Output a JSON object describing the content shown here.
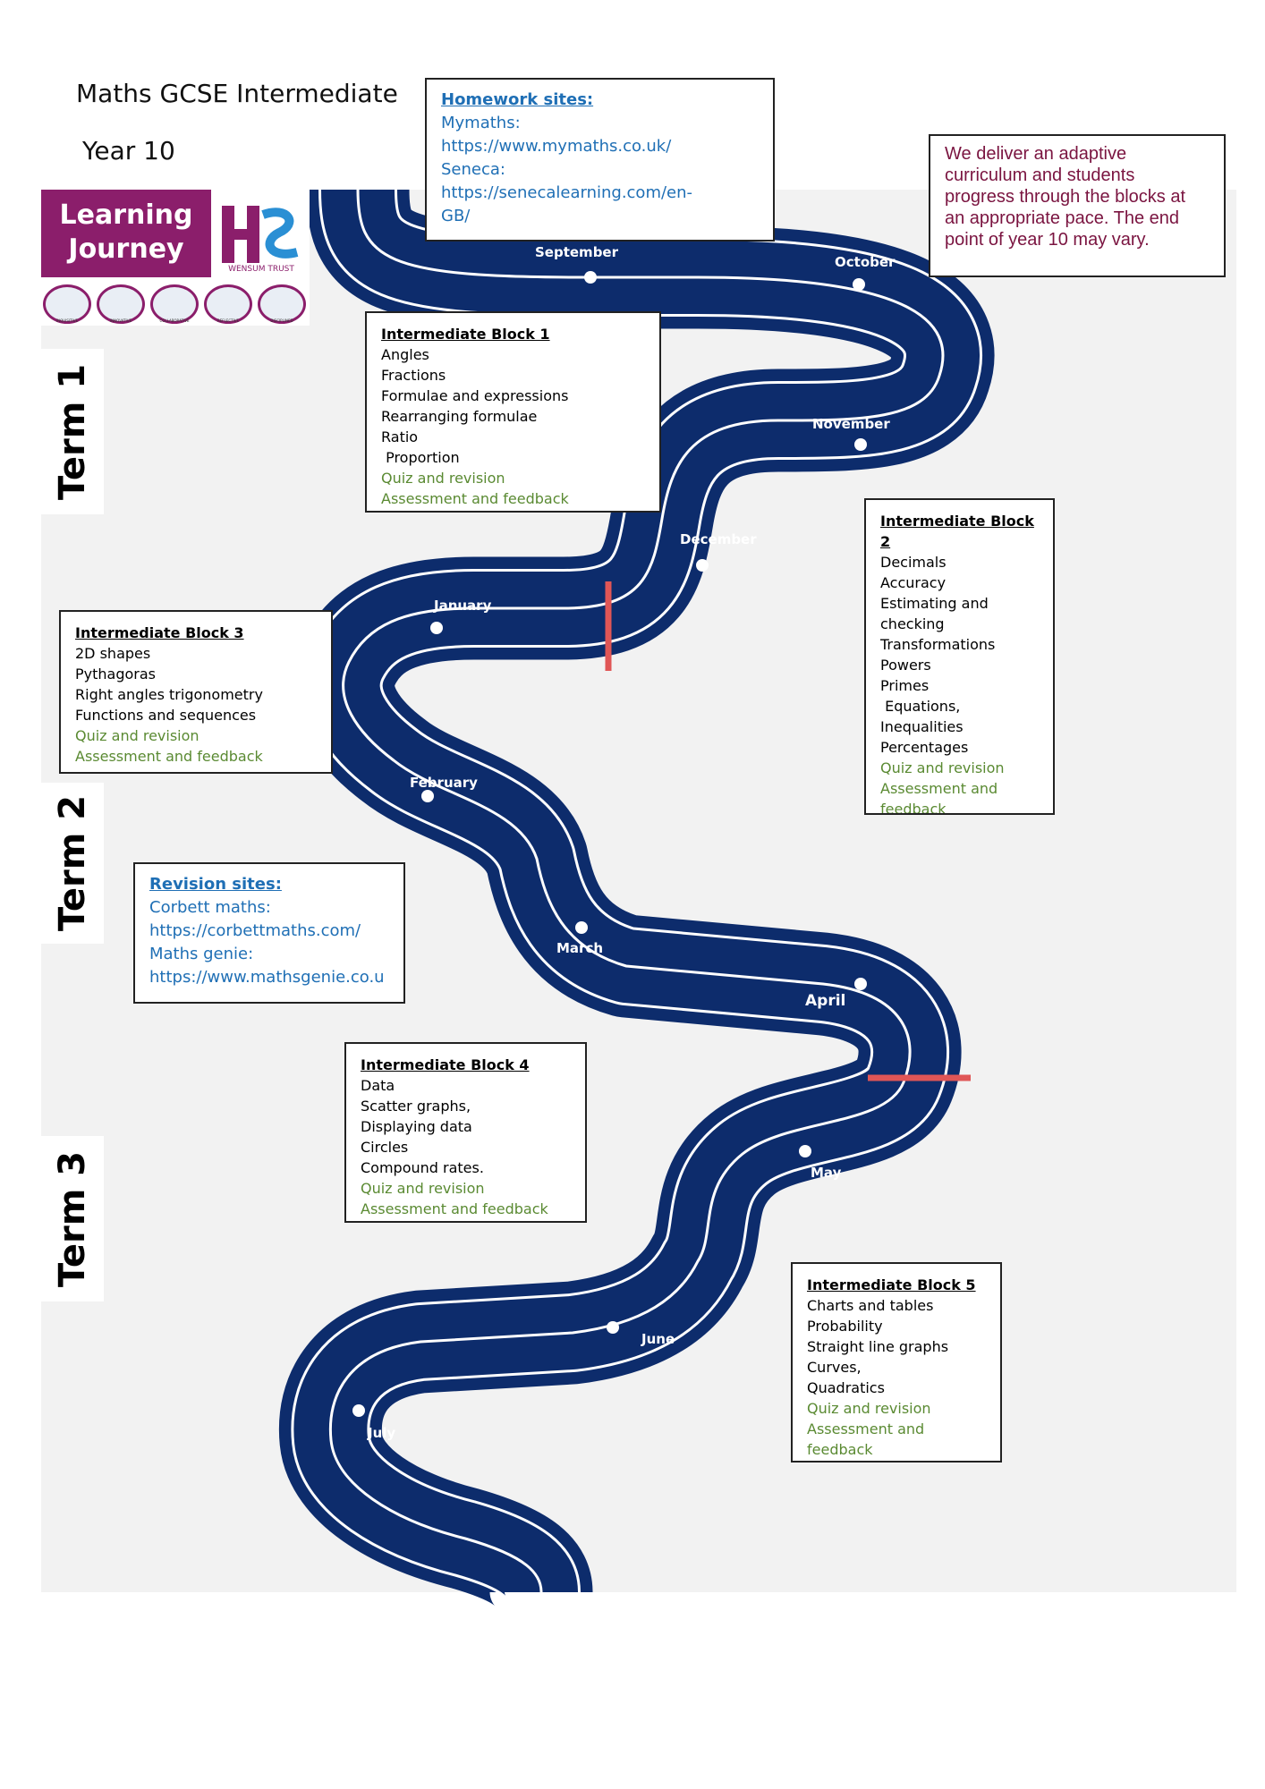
{
  "header": {
    "title": "Maths GCSE Intermediate",
    "year": "Year 10"
  },
  "logo": {
    "learning": "Learning",
    "journey": "Journey",
    "trust": "WENSUM TRUST",
    "values": [
      "INQUISITIVE",
      "INNOVATIVE",
      "COLLABORATIVE",
      "REFLECTIVE",
      "DISCIPLINED"
    ],
    "accent": "#8b1e6b"
  },
  "homework": {
    "heading": "Homework sites:",
    "lines": [
      "Mymaths:",
      "https://www.mymaths.co.uk/",
      "Seneca: https://senecalearning.com/en-",
      "GB/"
    ]
  },
  "adaptive_note": {
    "lines": [
      "We deliver an adaptive",
      "curriculum and students",
      "progress through the blocks at",
      "an appropriate pace. The end",
      "point of year 10 may vary."
    ]
  },
  "terms": [
    "Term 1",
    "Term 2",
    "Term 3"
  ],
  "months": [
    "September",
    "October",
    "November",
    "December",
    "January",
    "February",
    "March",
    "April",
    "May",
    "June",
    "July"
  ],
  "blocks": [
    {
      "heading": "Intermediate Block 1",
      "topics": [
        "Angles",
        "Fractions",
        "Formulae and expressions",
        "Rearranging formulae",
        "Ratio",
        " Proportion"
      ],
      "green": [
        "Quiz and revision",
        "Assessment and feedback"
      ]
    },
    {
      "heading": "Intermediate Block 2",
      "topics": [
        "Decimals",
        "Accuracy",
        "Estimating and",
        "checking",
        "Transformations",
        "Powers",
        "Primes",
        " Equations,",
        "Inequalities",
        "Percentages"
      ],
      "green": [
        "Quiz and revision",
        "Assessment and",
        "feedback"
      ]
    },
    {
      "heading": "Intermediate Block 3",
      "topics": [
        "2D shapes",
        "Pythagoras",
        "Right angles trigonometry",
        "Functions and sequences"
      ],
      "green": [
        "Quiz and revision",
        "Assessment and feedback"
      ]
    },
    {
      "heading": "Intermediate Block 4",
      "topics": [
        "Data",
        "Scatter graphs,",
        "Displaying data",
        "Circles",
        "Compound rates."
      ],
      "green": [
        "Quiz and revision",
        "Assessment and feedback"
      ]
    },
    {
      "heading": "Intermediate Block 5",
      "topics": [
        "Charts and tables",
        "Probability",
        "Straight line graphs",
        "Curves,",
        "Quadratics"
      ],
      "green": [
        "Quiz and revision",
        "Assessment and",
        "feedback"
      ]
    }
  ],
  "revision": {
    "heading": "Revision sites:",
    "lines": [
      "Corbett maths:",
      "https://corbettmaths.com/",
      "Maths genie:",
      "https://www.mathsgenie.co.u"
    ]
  },
  "colors": {
    "road": "#0d2c6c",
    "term_marker": "#e05656",
    "green_text": "#5a8a32",
    "link": "#1f6fb5",
    "note_text": "#7a1440"
  }
}
